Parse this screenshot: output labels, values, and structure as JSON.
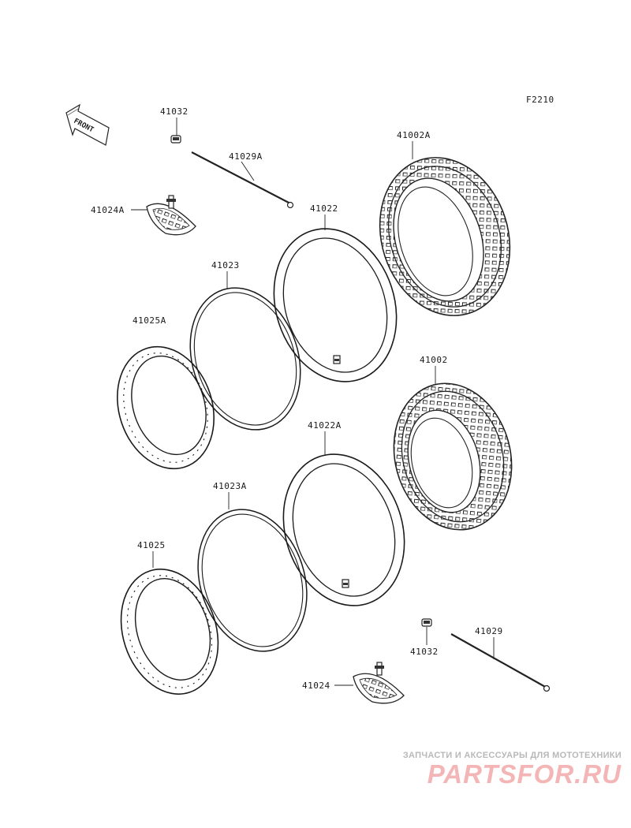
{
  "diagram_code": "F2210",
  "front_label": "FRONT",
  "parts": {
    "p41032_top": "41032",
    "p41029A": "41029A",
    "p41002A": "41002A",
    "p41024A": "41024A",
    "p41022": "41022",
    "p41023": "41023",
    "p41025A": "41025A",
    "p41002": "41002",
    "p41022A": "41022A",
    "p41023A": "41023A",
    "p41025": "41025",
    "p41029": "41029",
    "p41032_bottom": "41032",
    "p41024": "41024"
  },
  "watermark": {
    "tagline": "ЗАПЧАСТИ И АКСЕССУАРЫ ДЛЯ МОТОТЕХНИКИ",
    "logo": "PARTSFOR.RU"
  }
}
